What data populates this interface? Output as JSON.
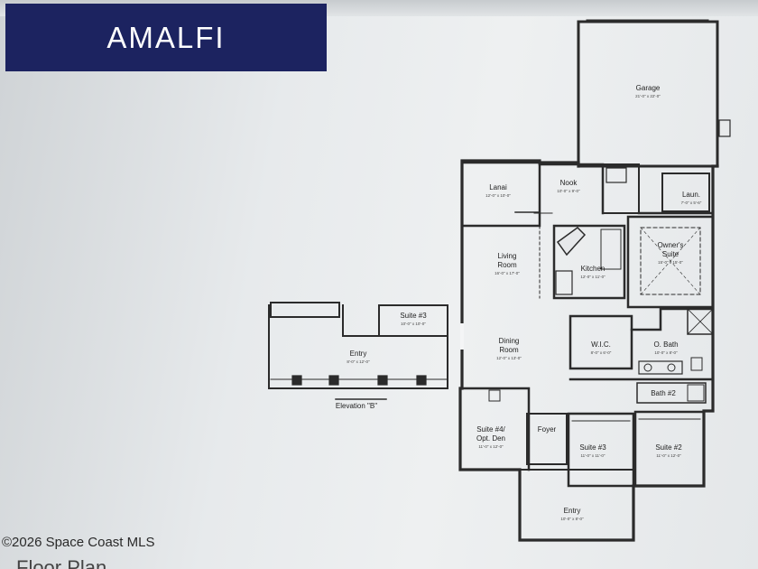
{
  "title": "AMALFI",
  "copyright": "©2026 Space Coast MLS",
  "footer_partial": "Floor Plan",
  "rooms": {
    "garage": {
      "name": "Garage",
      "dims": "21'-0\" x 22'-0\""
    },
    "lanai": {
      "name": "Lanai",
      "dims": "12'-0\" x 10'-0\""
    },
    "nook": {
      "name": "Nook",
      "dims": "10'-0\" x 9'-0\""
    },
    "laun": {
      "name": "Laun.",
      "dims": "7'-0\" x 5'-6\""
    },
    "living": {
      "name_line1": "Living",
      "name_line2": "Room",
      "dims": "16'-0\" x 17'-0\""
    },
    "kitchen": {
      "name": "Kitchen",
      "dims": "12'-0\" x 11'-0\""
    },
    "owners": {
      "name_line1": "Owner's",
      "name_line2": "Suite",
      "dims": "15'-0\" x 15'-0\""
    },
    "suite3_alt": {
      "name": "Suite #3",
      "dims": "10'-0\" x 10'-0\""
    },
    "entry_alt": {
      "name": "Entry",
      "dims": "8'-0\" x 12'-0\""
    },
    "elevation": {
      "label": "Elevation \"B\""
    },
    "dining": {
      "name_line1": "Dining",
      "name_line2": "Room",
      "dims": "12'-0\" x 13'-0\""
    },
    "wic": {
      "name": "W.I.C.",
      "dims": "8'-0\" x 6'-0\""
    },
    "obath": {
      "name": "O. Bath",
      "dims": "10'-0\" x 8'-0\""
    },
    "bath2": {
      "name": "Bath #2",
      "dims": ""
    },
    "suite4": {
      "name_line1": "Suite #4/",
      "name_line2": "Opt. Den",
      "dims": "11'-0\" x 12'-0\""
    },
    "foyer": {
      "name": "Foyer",
      "dims": ""
    },
    "suite3": {
      "name": "Suite #3",
      "dims": "11'-0\" x 11'-0\""
    },
    "suite2": {
      "name": "Suite #2",
      "dims": "11'-0\" x 12'-0\""
    },
    "entry": {
      "name": "Entry",
      "dims": "10'-0\" x 8'-0\""
    }
  }
}
